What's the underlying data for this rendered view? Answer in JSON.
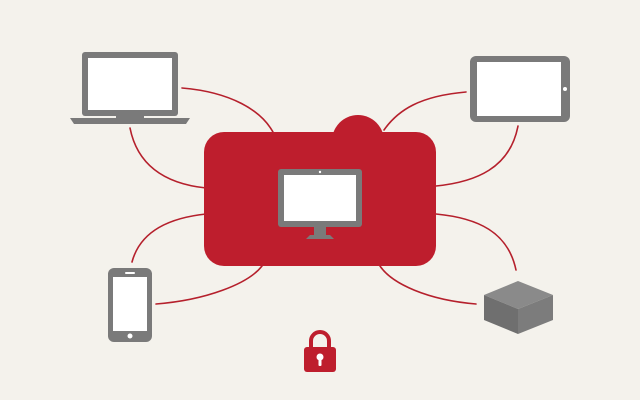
{
  "colors": {
    "background": "#f4f2ec",
    "hub": "#be1e2d",
    "connector": "#b5202c",
    "device": "#7a7a7a",
    "device_screen": "#ffffff",
    "lock": "#be1e2d"
  },
  "hub": {
    "icon": "desktop-monitor-icon",
    "shape": "rounded-rectangle-with-top-bump"
  },
  "devices": [
    {
      "id": "laptop",
      "icon": "laptop-icon"
    },
    {
      "id": "tablet",
      "icon": "tablet-icon"
    },
    {
      "id": "smartphone",
      "icon": "smartphone-icon"
    },
    {
      "id": "storage-box",
      "icon": "cube-icon"
    }
  ],
  "footer": {
    "icon": "padlock-icon"
  }
}
